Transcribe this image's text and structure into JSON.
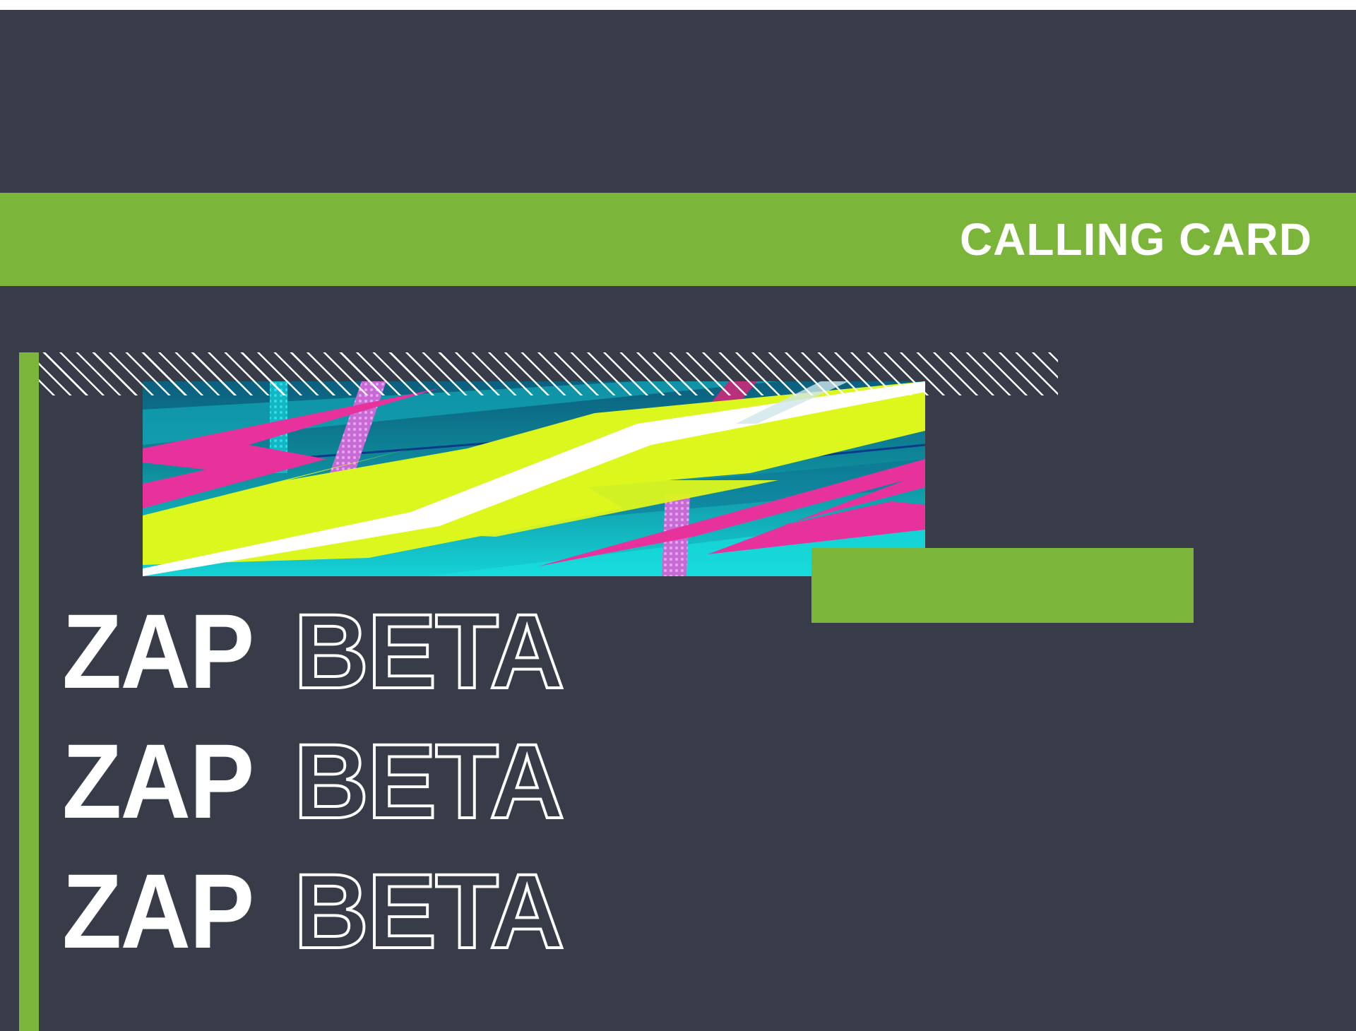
{
  "header": {
    "title": "CALLING CARD"
  },
  "banner": {
    "alt": "calling-card-artwork",
    "colors": {
      "yellow": "#dcf71e",
      "pink": "#e8329b",
      "teal": "#0f8fa0",
      "cyan": "#16d6d8",
      "navy": "#0c4f7a",
      "white": "#ffffff"
    }
  },
  "rows": [
    {
      "solid": "ZAP",
      "outline": "BETA"
    },
    {
      "solid": "ZAP",
      "outline": "BETA"
    },
    {
      "solid": "ZAP",
      "outline": "BETA"
    }
  ],
  "theme": {
    "background": "#373c48",
    "accent": "#7bb53a",
    "text": "#ffffff"
  }
}
